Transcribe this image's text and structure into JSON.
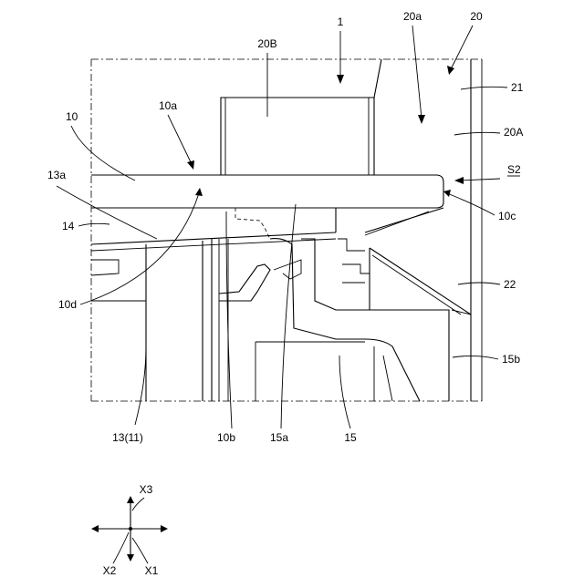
{
  "figure": {
    "labels": {
      "l_20B": "20B",
      "l_1": "1",
      "l_20a": "20a",
      "l_20": "20",
      "l_21": "21",
      "l_20A": "20A",
      "l_10": "10",
      "l_10a": "10a",
      "l_13a": "13a",
      "l_S2": "S2",
      "l_10c": "10c",
      "l_14": "14",
      "l_22": "22",
      "l_10d": "10d",
      "l_15b": "15b",
      "l_13_11": "13(11)",
      "l_10b": "10b",
      "l_15a": "15a",
      "l_15": "15"
    },
    "axes": {
      "x3": "X3",
      "x2": "X2",
      "x1": "X1"
    }
  }
}
